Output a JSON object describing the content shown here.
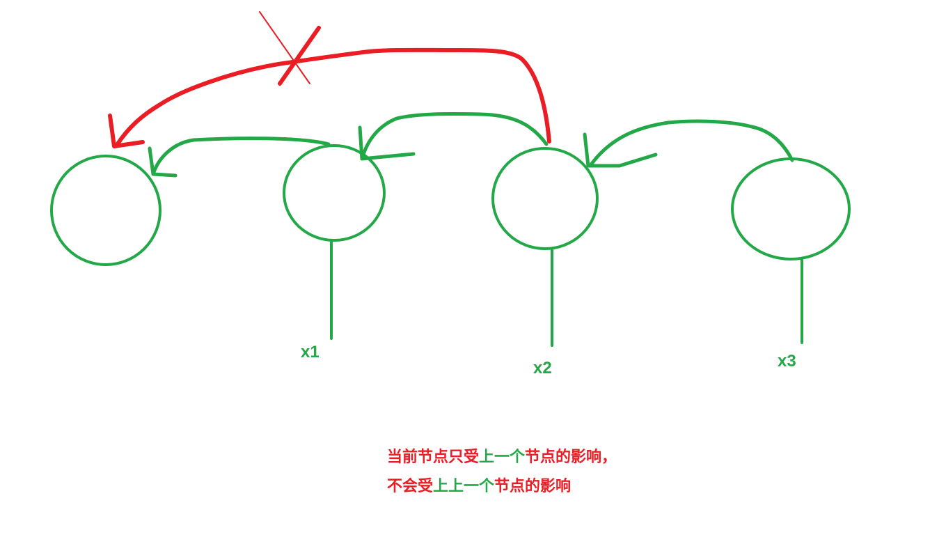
{
  "colors": {
    "green": "#23a847",
    "red": "#ea1c24"
  },
  "nodes": [
    {
      "id": "node-0",
      "input_label": ""
    },
    {
      "id": "node-1",
      "input_label": "x1"
    },
    {
      "id": "node-2",
      "input_label": "x2"
    },
    {
      "id": "node-3",
      "input_label": "x3"
    }
  ],
  "arrows": [
    {
      "from": "node-1",
      "to": "node-0",
      "color": "green",
      "meaning": "depends on previous node"
    },
    {
      "from": "node-2",
      "to": "node-1",
      "color": "green",
      "meaning": "depends on previous node"
    },
    {
      "from": "node-3",
      "to": "node-2",
      "color": "green",
      "meaning": "depends on previous node"
    },
    {
      "from": "node-2",
      "to": "node-0",
      "color": "red",
      "crossed_out": true,
      "meaning": "no dependence on node two steps back"
    }
  ],
  "labels": {
    "x1": "x1",
    "x2": "x2",
    "x3": "x3"
  },
  "caption": {
    "line1": [
      {
        "text": "当前节点只受",
        "color": "red"
      },
      {
        "text": "上一个",
        "color": "green"
      },
      {
        "text": "节点",
        "color": "red"
      },
      {
        "text": "的影响，",
        "color": "red"
      }
    ],
    "line2": [
      {
        "text": "不会受",
        "color": "red"
      },
      {
        "text": "上上一个",
        "color": "green"
      },
      {
        "text": "节点",
        "color": "red"
      },
      {
        "text": "的影响",
        "color": "red"
      }
    ],
    "line1_seg": [
      "当前节点只受",
      "上一个",
      "节点",
      "的影响，"
    ],
    "line2_seg": [
      "不会受",
      "上上一个",
      "节点",
      "的影响"
    ]
  }
}
